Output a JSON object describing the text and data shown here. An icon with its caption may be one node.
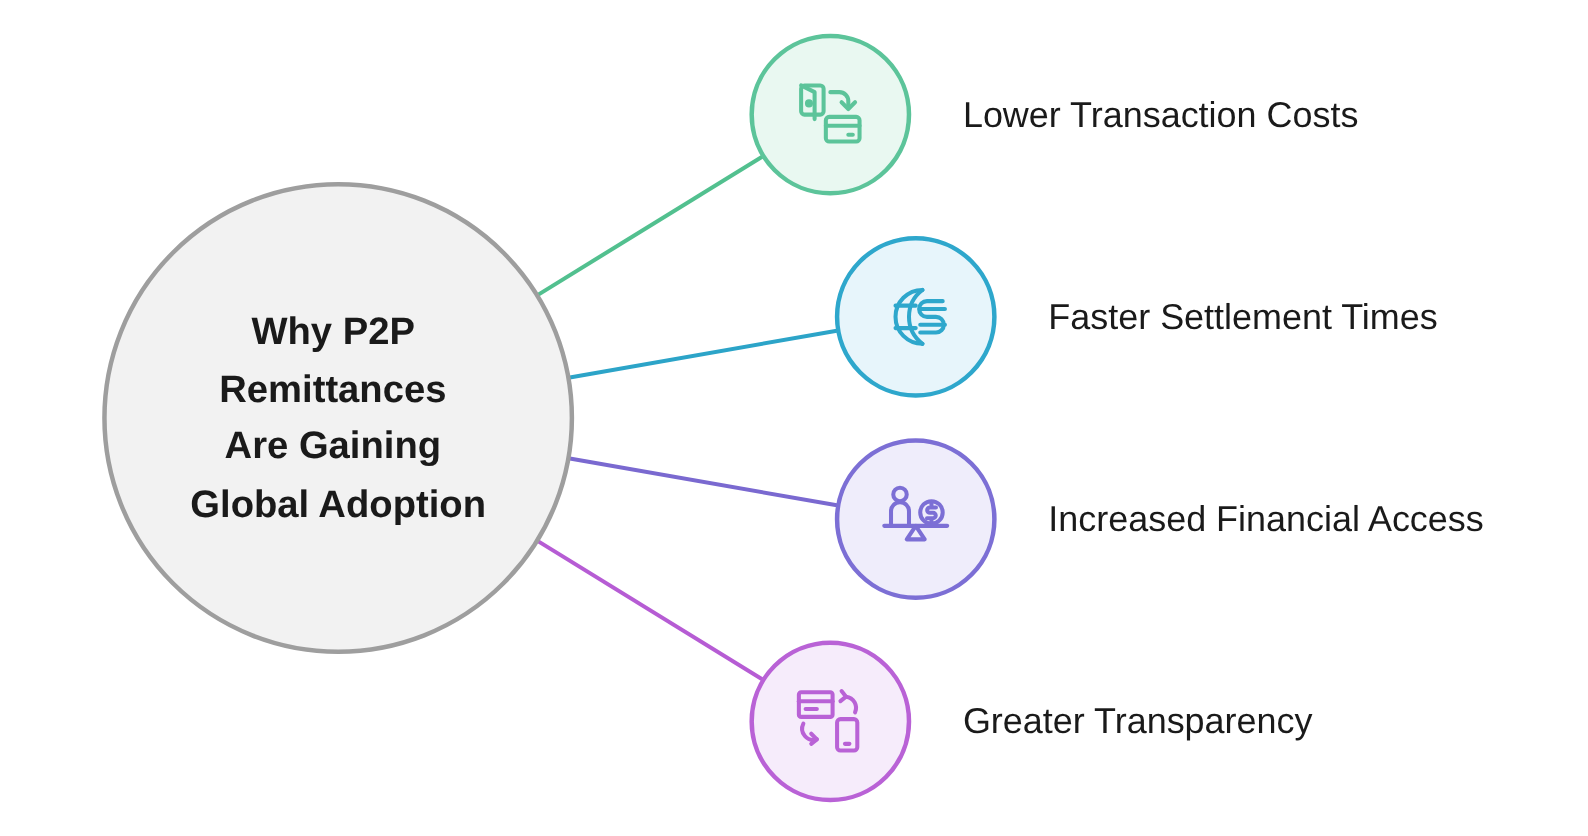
{
  "diagram": {
    "nodes": [
      {
        "text": [
          "Why P2P Remittances Are Gaining Global Adoption"
        ]
      },
      {
        "text": [],
        "shape": "circle",
        "beside": [
          "Lower Transaction Costs"
        ]
      },
      {
        "text": [],
        "shape": "circle",
        "beside": [
          "Faster Settlement Times"
        ]
      },
      {
        "text": [],
        "shape": "circle",
        "beside": [
          "Increased Financial Access"
        ]
      },
      {
        "text": [],
        "shape": "circle",
        "beside": [
          "Greater Transparency"
        ]
      }
    ],
    "edges": [
      {
        "from": 0,
        "to": 1,
        "arrow": "none",
        "color": "#52c08f"
      },
      {
        "from": 0,
        "to": 2,
        "arrow": "none",
        "color": "#2ca4c8"
      },
      {
        "from": 0,
        "to": 3,
        "arrow": "none",
        "color": "#7a69d0"
      },
      {
        "from": 0,
        "to": 4,
        "arrow": "none",
        "color": "#b65cd4"
      }
    ]
  }
}
